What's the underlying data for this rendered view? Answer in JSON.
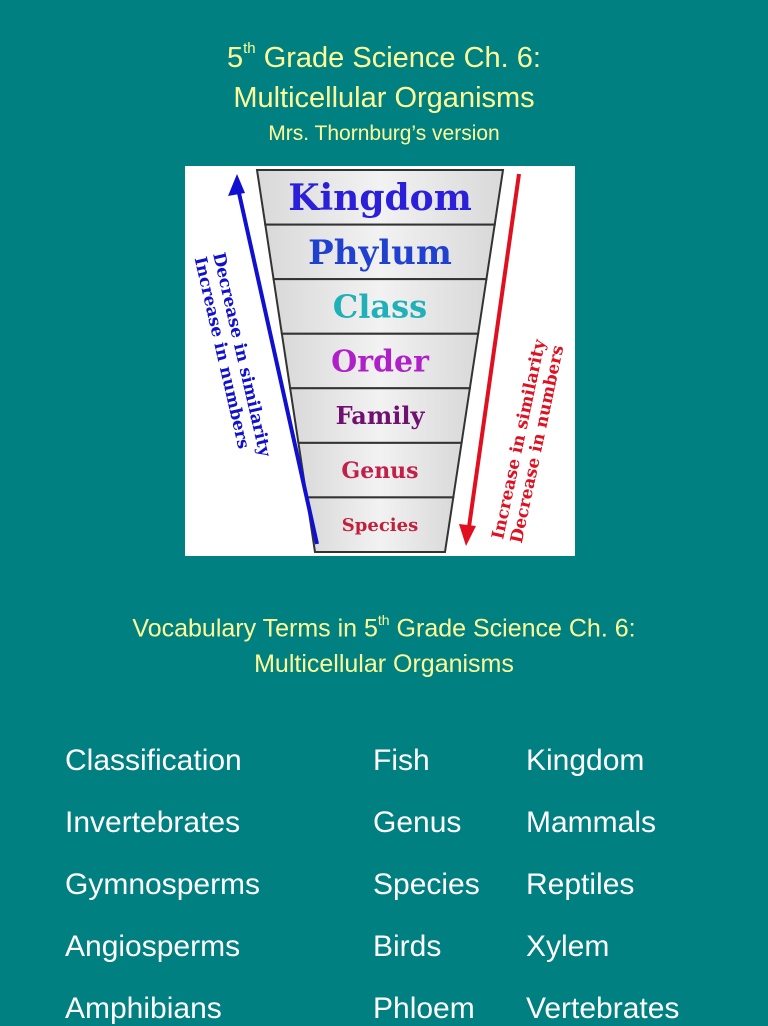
{
  "header": {
    "title_prefix": "5",
    "title_sup": "th",
    "title_rest": " Grade Science Ch. 6:",
    "subtitle": "Multicellular Organisms",
    "author": "Mrs. Thornburg’s version"
  },
  "diagram": {
    "levels": [
      {
        "label": "Kingdom",
        "color": "#2b1fd9"
      },
      {
        "label": "Phylum",
        "color": "#2040d0"
      },
      {
        "label": "Class",
        "color": "#20b0b8"
      },
      {
        "label": "Order",
        "color": "#b020c8"
      },
      {
        "label": "Family",
        "color": "#701070"
      },
      {
        "label": "Genus",
        "color": "#c0204a"
      },
      {
        "label": "Species",
        "color": "#c0203a"
      }
    ],
    "left_arrow_line1": "Decrease in similarity",
    "left_arrow_line2": "Increase in numbers",
    "right_arrow_line1": "Increase in similarity",
    "right_arrow_line2": "Decrease in numbers",
    "left_arrow_color": "#1010d0",
    "right_arrow_color": "#e01020"
  },
  "vocab": {
    "heading_prefix": "Vocabulary Terms in 5",
    "heading_sup": "th",
    "heading_rest": " Grade Science Ch. 6:",
    "heading_line2": "Multicellular Organisms",
    "col1": [
      "Classification",
      "Invertebrates",
      "Gymnosperms",
      "Angiosperms",
      "Amphibians"
    ],
    "col2": [
      "Fish",
      "Genus",
      "Species",
      "Birds",
      "Phloem"
    ],
    "col3": [
      "Kingdom",
      "Mammals",
      "Reptiles",
      "Xylem",
      "Vertebrates"
    ]
  }
}
